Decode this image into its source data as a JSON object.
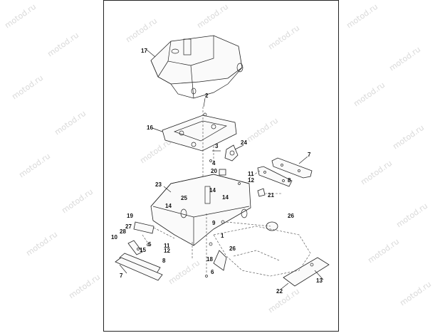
{
  "watermark": "motod.ru",
  "callouts": {
    "c17": "17",
    "c2": "2",
    "c16": "16",
    "c3": "3",
    "c24": "24",
    "c4": "4",
    "c7": "7",
    "c20": "20",
    "c11a": "11",
    "c12a": "12",
    "c23": "23",
    "c8a": "8",
    "c25": "25",
    "c14a": "14",
    "c14b": "14",
    "c14c": "14",
    "c21": "21",
    "c19": "19",
    "c9": "9",
    "c26a": "26",
    "c27": "27",
    "c28": "28",
    "c10": "10",
    "c1": "1",
    "c5": "5",
    "c11b": "11",
    "c12b": "12",
    "c15": "15",
    "c26b": "26",
    "c18": "18",
    "c8b": "8",
    "c6": "6",
    "c7b": "7",
    "c13": "13",
    "c22": "22"
  }
}
